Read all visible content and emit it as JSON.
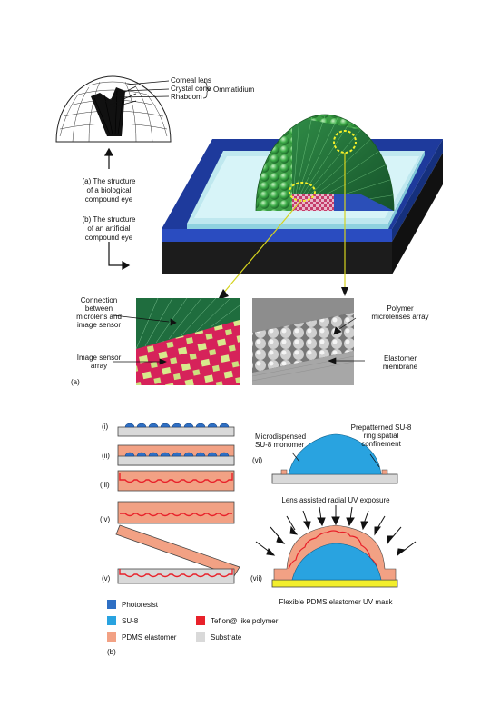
{
  "part_a": {
    "label_corneal": "Corneal lens",
    "label_crystal": "Crystal cone",
    "label_rhabdom": "Rhabdom",
    "label_ommatidium": "Ommatidium",
    "caption_a_1": "(a) The structure",
    "caption_a_2": "of a biological",
    "caption_a_3": "compound eye",
    "caption_b_1": "(b) The structure",
    "caption_b_2": "of an artificial",
    "caption_b_3": "compound eye",
    "connection_1": "Connection",
    "connection_2": "between",
    "connection_3": "microlens and",
    "connection_4": "image sensor",
    "sensor_1": "Image sensor",
    "sensor_2": "array",
    "polymer_1": "Polymer",
    "polymer_2": "microlenses array",
    "elastomer_1": "Elastomer",
    "elastomer_2": "membrane",
    "panel_label": "(a)"
  },
  "part_b": {
    "steps": [
      "(i)",
      "(ii)",
      "(iii)",
      "(iv)",
      "(v)",
      "(vi)",
      "(vii)"
    ],
    "micro_1": "Microdispensed",
    "micro_2": "SU-8 monomer",
    "prep_1": "Prepatterned SU-8",
    "prep_2": "ring spatial",
    "prep_3": "confinement",
    "lens_exposure": "Lens assisted radial UV exposure",
    "flexible_mask": "Flexible PDMS elastomer UV mask",
    "legend": [
      {
        "label": "Photoresist",
        "color": "#2e6fc4"
      },
      {
        "label": "SU-8",
        "color": "#29a3e0"
      },
      {
        "label": "PDMS elastomer",
        "color": "#f2a184"
      },
      {
        "label": "Teflon@ like polymer",
        "color": "#e8212a"
      },
      {
        "label": "Substrate",
        "color": "#d9d9d9"
      }
    ],
    "panel_label": "(b)"
  }
}
